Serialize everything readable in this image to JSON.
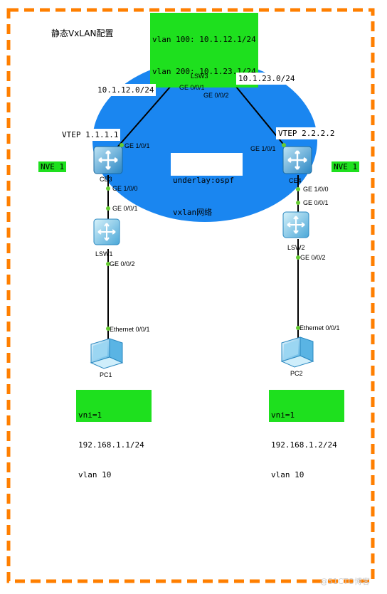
{
  "title": "静态VxLAN配置",
  "header_box": [
    "vlan 100: 10.1.12.1/24",
    "vlan 200: 10.1.23.1/24"
  ],
  "underlay_box": [
    "underlay:ospf",
    "vxlan网络"
  ],
  "devices": {
    "lsw3": "LSW3",
    "ce3": "CE3",
    "ce4": "CE4",
    "lsw1": "LSW1",
    "lsw2": "LSW2",
    "pc1": "PC1",
    "pc2": "PC2"
  },
  "vtep_left": "VTEP 1.1.1.1",
  "vtep_right": "VTEP 2.2.2.2",
  "nve_left": "NVE 1",
  "nve_right": "NVE 1",
  "subnet_left": "10.1.12.0/24",
  "subnet_right": "10.1.23.0/24",
  "ports": {
    "lsw3_left": "GE 0/0/1",
    "lsw3_right": "GE 0/0/2",
    "ce3_up": "GE 1/0/1",
    "ce4_up": "GE 1/0/1",
    "ce3_down": "GE 1/0/0",
    "ce4_down": "GE 1/0/0",
    "lsw1_up": "GE 0/0/1",
    "lsw2_up": "GE 0/0/1",
    "lsw1_down": "GE 0/0/2",
    "lsw2_down": "GE 0/0/2",
    "pc1_eth": "Ethernet 0/0/1",
    "pc2_eth": "Ethernet 0/0/1"
  },
  "pc1_info": [
    "vni=1",
    "192.168.1.1/24",
    "vlan 10"
  ],
  "pc2_info": [
    "vni=1",
    "192.168.1.2/24",
    "vlan 10"
  ],
  "watermark": "@51CTO博客",
  "colors": {
    "border": "#ff7f00",
    "underlay_ellipse": "#1a86f0",
    "label_green": "#1ee01e",
    "link": "#000000",
    "port_dot": "#66cc33"
  },
  "icons": {
    "switch": "switch-icon",
    "pc": "pc-icon"
  }
}
